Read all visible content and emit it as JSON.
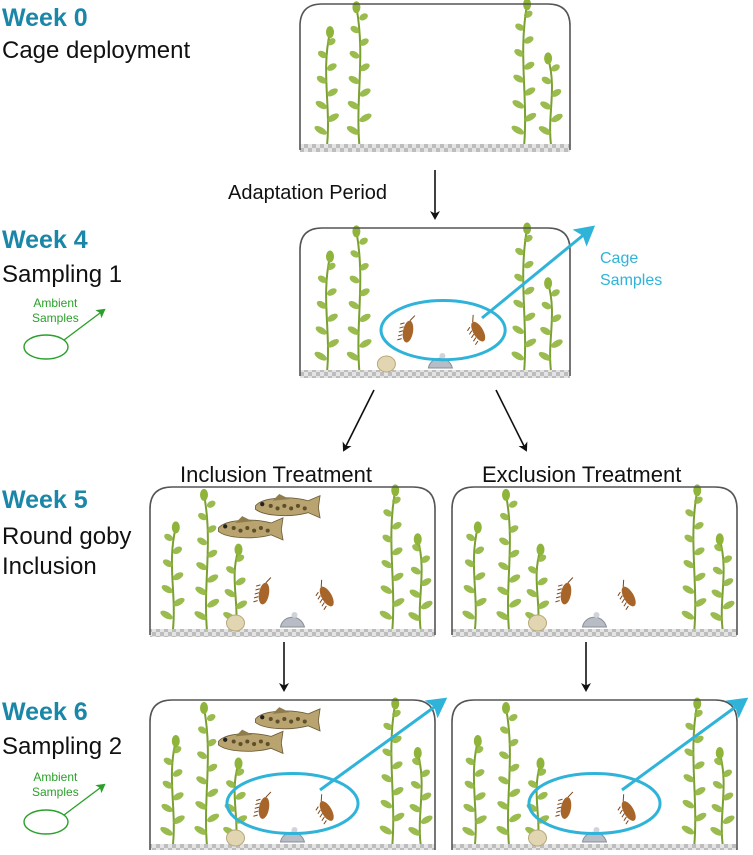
{
  "weeks": [
    {
      "label": "Week 0",
      "lines": [
        "Cage deployment"
      ]
    },
    {
      "label": "Week 4",
      "lines": [
        "Sampling 1"
      ]
    },
    {
      "label": "Week 5",
      "lines": [
        "Round goby",
        "Inclusion"
      ]
    },
    {
      "label": "Week 6",
      "lines": [
        "Sampling 2"
      ]
    }
  ],
  "adaptation_label": "Adaptation Period",
  "treatments": {
    "inclusion": "Inclusion Treatment",
    "exclusion": "Exclusion Treatment"
  },
  "ambient": {
    "line1": "Ambient",
    "line2": "Samples"
  },
  "cage_samples": {
    "line1": "Cage",
    "line2": "Samples"
  },
  "colors": {
    "week_title": "#1a86a8",
    "cage_samples": "#2fb3d9",
    "ambient": "#2aa02a",
    "plant": "#8fb43a",
    "cage_outline": "#555555",
    "substrate": "#c9c9c9"
  }
}
